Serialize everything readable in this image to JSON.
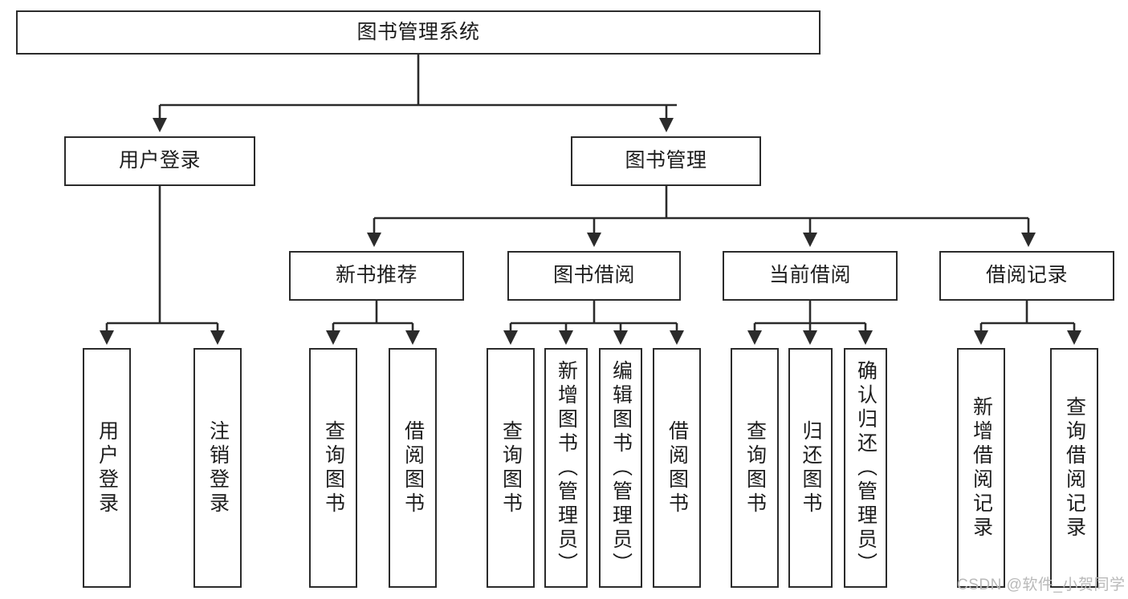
{
  "diagram": {
    "title": "图书管理系统",
    "watermark": "CSDN @软件_小贺同学",
    "colors": {
      "box_border": "#2b2b2b",
      "box_fill": "#ffffff",
      "edge": "#2b2b2b",
      "text": "#1d1d1d",
      "watermark": "#b9b9b9",
      "background": "#ffffff"
    },
    "nodes": {
      "root": {
        "label": "图书管理系统"
      },
      "level2": [
        {
          "label": "用户登录"
        },
        {
          "label": "图书管理"
        }
      ],
      "level3": [
        {
          "label": "新书推荐"
        },
        {
          "label": "图书借阅"
        },
        {
          "label": "当前借阅"
        },
        {
          "label": "借阅记录"
        }
      ],
      "leaves_user_login": [
        {
          "label": "用户登录"
        },
        {
          "label": "注销登录"
        }
      ],
      "leaves_new_book": [
        {
          "label": "查询图书"
        },
        {
          "label": "借阅图书"
        }
      ],
      "leaves_borrow": [
        {
          "label": "查询图书"
        },
        {
          "label": "新增图书（管理员）"
        },
        {
          "label": "编辑图书（管理员）"
        },
        {
          "label": "借阅图书"
        }
      ],
      "leaves_current": [
        {
          "label": "查询图书"
        },
        {
          "label": "归还图书"
        },
        {
          "label": "确认归还（管理员）"
        }
      ],
      "leaves_record": [
        {
          "label": "新增借阅记录"
        },
        {
          "label": "查询借阅记录"
        }
      ]
    }
  }
}
